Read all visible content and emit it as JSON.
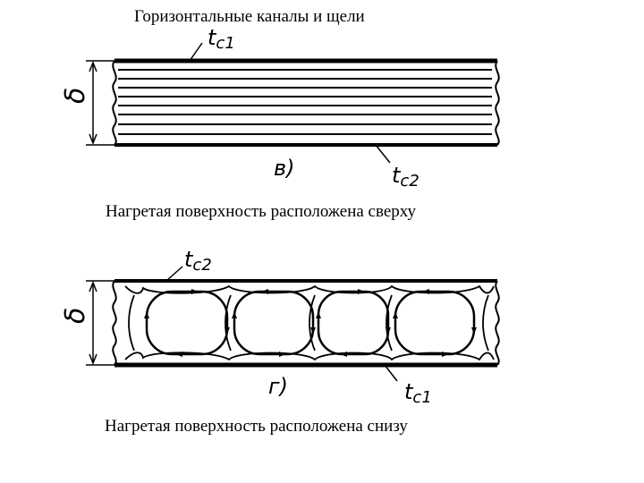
{
  "title": "Горизонтальные каналы и щели",
  "diagram_top": {
    "temp_top": "t",
    "temp_top_sub": "c1",
    "temp_bottom": "t",
    "temp_bottom_sub": "c2",
    "thickness": "δ",
    "panel_label": "в)"
  },
  "caption_top": "Нагретая поверхность расположена сверху",
  "diagram_bottom": {
    "temp_top": "t",
    "temp_top_sub": "c2",
    "temp_bottom": "t",
    "temp_bottom_sub": "c1",
    "thickness": "δ",
    "panel_label": "г)"
  },
  "caption_bottom": "Нагретая поверхность расположена снизу"
}
